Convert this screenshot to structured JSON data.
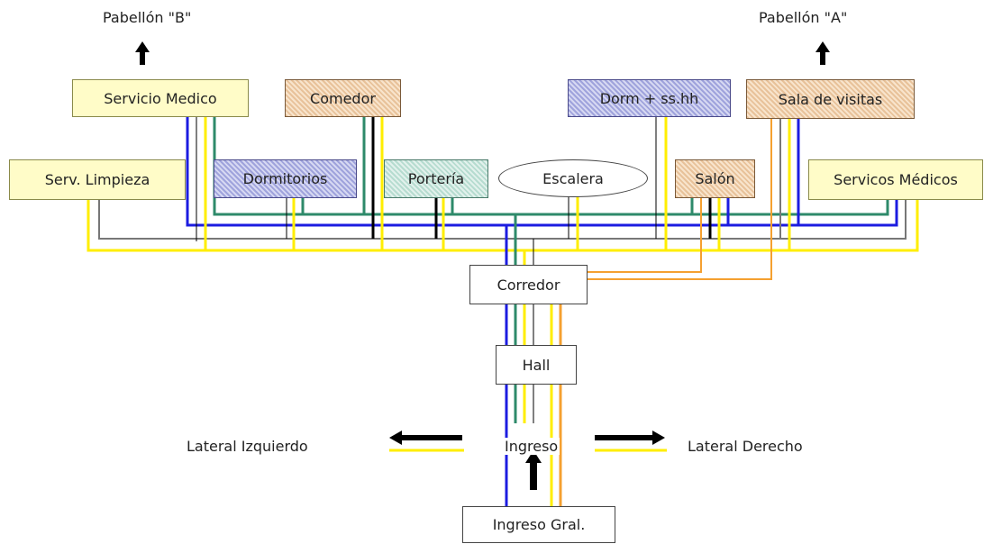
{
  "labels": {
    "pabellon_b": "Pabellón \"B\"",
    "pabellon_a": "Pabellón \"A\"",
    "lateral_izq": "Lateral Izquierdo",
    "lateral_der": "Lateral Derecho"
  },
  "nodes": {
    "servicio_medico": "Servicio Medico",
    "comedor": "Comedor",
    "dorm_sshh": "Dorm + ss.hh",
    "sala_visitas": "Sala de visitas",
    "serv_limpieza": "Serv.  Limpieza",
    "dormitorios": "Dormitorios",
    "porteria": "Portería",
    "escalera": "Escalera",
    "salon": "Salón",
    "servicios_medicos": "Servicos Médicos",
    "corredor": "Corredor",
    "hall": "Hall",
    "ingreso": "Ingreso",
    "ingreso_gral": "Ingreso Gral."
  },
  "colors": {
    "blue": "#1c1ce0",
    "green": "#2e8a6a",
    "yellow": "#ffee00",
    "orange": "#f5a030",
    "black": "#000000",
    "gray": "#777777"
  }
}
